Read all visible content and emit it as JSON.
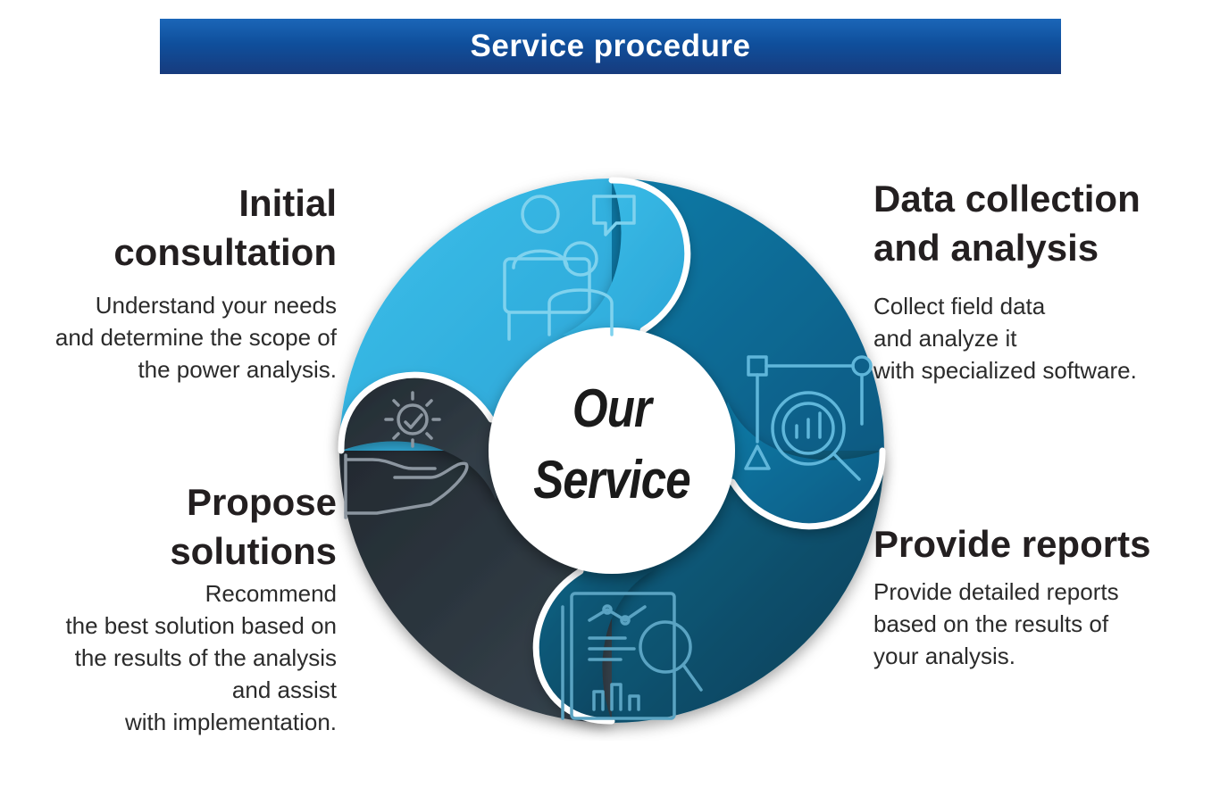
{
  "header": {
    "title": "Service procedure"
  },
  "center": {
    "line1": "Our",
    "line2": "Service"
  },
  "steps": [
    {
      "title_lines": [
        "Initial",
        "consultation"
      ],
      "desc_lines": [
        "Understand your needs",
        "and determine the scope of",
        "the power analysis."
      ],
      "icon": "consultation-people-icon"
    },
    {
      "title_lines": [
        "Data collection",
        "and analysis"
      ],
      "desc_lines": [
        "Collect field data",
        "and analyze it",
        "with specialized software."
      ],
      "icon": "magnifier-chart-icon"
    },
    {
      "title_lines": [
        "Propose",
        "solutions"
      ],
      "desc_lines": [
        "Recommend",
        "the best solution based on",
        "the results of the analysis",
        "and assist",
        "with implementation."
      ],
      "icon": "hand-gear-icon"
    },
    {
      "title_lines": [
        "Provide reports"
      ],
      "desc_lines": [
        "Provide detailed reports",
        "based on the results of",
        "your analysis."
      ],
      "icon": "report-document-icon"
    }
  ],
  "colors": {
    "banner": "#1b66b8",
    "step1": "#32b3e3",
    "step2": "#0d6996",
    "step3": "#1f2a33",
    "step4": "#0c4f6b"
  }
}
